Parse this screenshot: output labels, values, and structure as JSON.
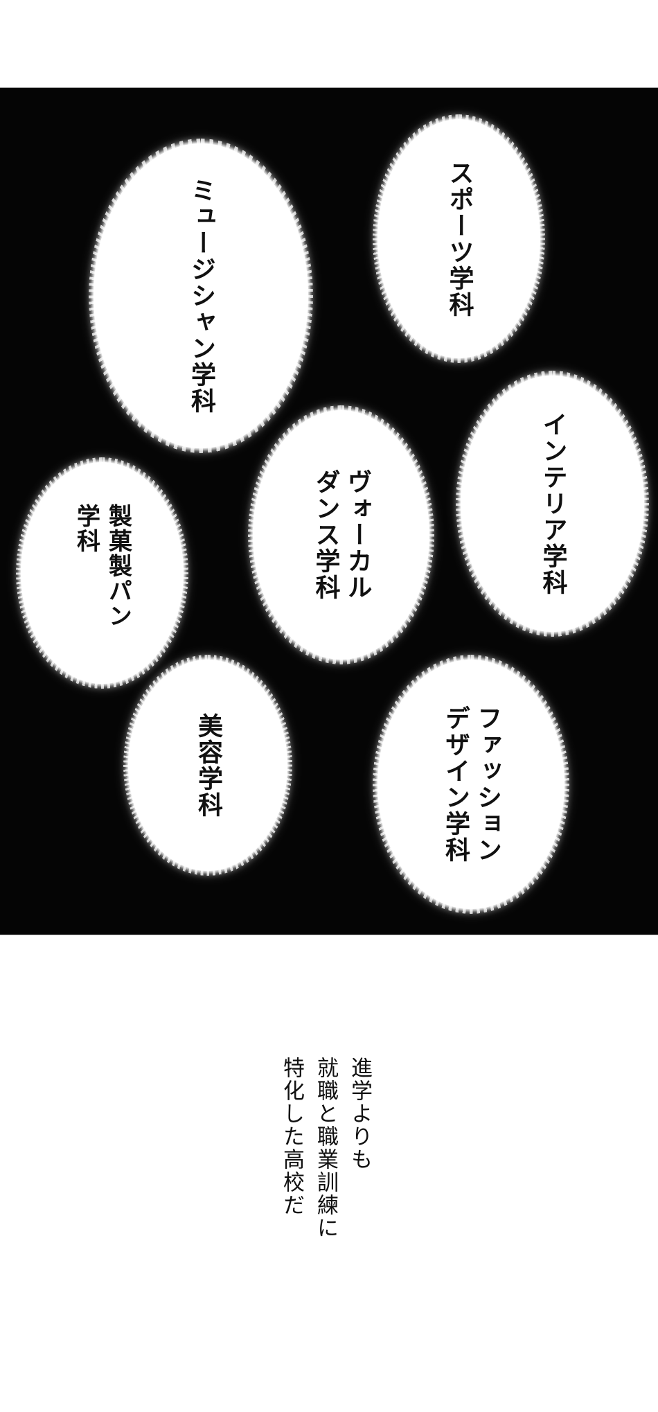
{
  "panel": {
    "background_color": "#050505",
    "bubbles": [
      {
        "id": "musician",
        "lines": [
          "ミュージシャン学科"
        ]
      },
      {
        "id": "sports",
        "lines": [
          "スポーツ学科"
        ]
      },
      {
        "id": "interior",
        "lines": [
          "インテリア学科"
        ]
      },
      {
        "id": "vocal-dance",
        "lines": [
          "ヴォーカル",
          "ダンス学科"
        ]
      },
      {
        "id": "confectionery-bakery",
        "lines": [
          "製菓製パン",
          "学科"
        ]
      },
      {
        "id": "beauty",
        "lines": [
          "美容学科"
        ]
      },
      {
        "id": "fashion-design",
        "lines": [
          "ファッション",
          "デザイン学科"
        ]
      }
    ]
  },
  "caption": {
    "lines": [
      "進学よりも",
      "就職と職業訓練に",
      "特化した高校だ"
    ]
  }
}
